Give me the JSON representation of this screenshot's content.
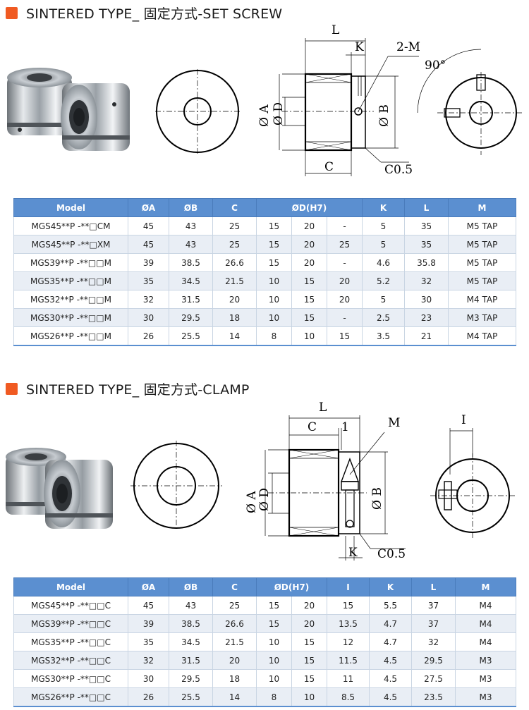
{
  "section1": {
    "title": "SINTERED TYPE_ 固定方式-SET SCREW",
    "drawing_labels": {
      "L": "L",
      "K": "K",
      "M": "2-M",
      "angle": "90°",
      "A": "Ø A",
      "D": "Ø D",
      "B": "Ø B",
      "C": "C",
      "chamfer": "C0.5"
    },
    "table": {
      "headers": [
        "Model",
        "ØA",
        "ØB",
        "C",
        "ØD(H7)",
        "K",
        "L",
        "M"
      ],
      "rows": [
        [
          "MGS45**P -**□CM",
          "45",
          "43",
          "25",
          "15",
          "20",
          "-",
          "5",
          "35",
          "M5 TAP"
        ],
        [
          "MGS45**P -**□XM",
          "45",
          "43",
          "25",
          "15",
          "20",
          "25",
          "5",
          "35",
          "M5 TAP"
        ],
        [
          "MGS39**P -**□□M",
          "39",
          "38.5",
          "26.6",
          "15",
          "20",
          "-",
          "4.6",
          "35.8",
          "M5 TAP"
        ],
        [
          "MGS35**P -**□□M",
          "35",
          "34.5",
          "21.5",
          "10",
          "15",
          "20",
          "5.2",
          "32",
          "M5 TAP"
        ],
        [
          "MGS32**P -**□□M",
          "32",
          "31.5",
          "20",
          "10",
          "15",
          "20",
          "5",
          "30",
          "M4 TAP"
        ],
        [
          "MGS30**P -**□□M",
          "30",
          "29.5",
          "18",
          "10",
          "15",
          "-",
          "2.5",
          "23",
          "M3 TAP"
        ],
        [
          "MGS26**P -**□□M",
          "26",
          "25.5",
          "14",
          "8",
          "10",
          "15",
          "3.5",
          "21",
          "M4 TAP"
        ]
      ]
    }
  },
  "section2": {
    "title": "SINTERED TYPE_ 固定方式-CLAMP",
    "drawing_labels": {
      "L": "L",
      "C": "C",
      "one": "1",
      "M": "M",
      "I": "I",
      "A": "Ø A",
      "D": "Ø D",
      "B": "Ø B",
      "K": "K",
      "chamfer": "C0.5"
    },
    "table": {
      "headers": [
        "Model",
        "ØA",
        "ØB",
        "C",
        "ØD(H7)",
        "I",
        "K",
        "L",
        "M"
      ],
      "rows": [
        [
          "MGS45**P -**□□C",
          "45",
          "43",
          "25",
          "15",
          "20",
          "15",
          "5.5",
          "37",
          "M4"
        ],
        [
          "MGS39**P -**□□C",
          "39",
          "38.5",
          "26.6",
          "15",
          "20",
          "13.5",
          "4.7",
          "37",
          "M4"
        ],
        [
          "MGS35**P -**□□C",
          "35",
          "34.5",
          "21.5",
          "10",
          "15",
          "12",
          "4.7",
          "32",
          "M4"
        ],
        [
          "MGS32**P -**□□C",
          "32",
          "31.5",
          "20",
          "10",
          "15",
          "11.5",
          "4.5",
          "29.5",
          "M3"
        ],
        [
          "MGS30**P -**□□C",
          "30",
          "29.5",
          "18",
          "10",
          "15",
          "11",
          "4.5",
          "27.5",
          "M3"
        ],
        [
          "MGS26**P -**□□C",
          "26",
          "25.5",
          "14",
          "8",
          "10",
          "8.5",
          "4.5",
          "23.5",
          "M3"
        ]
      ]
    }
  }
}
